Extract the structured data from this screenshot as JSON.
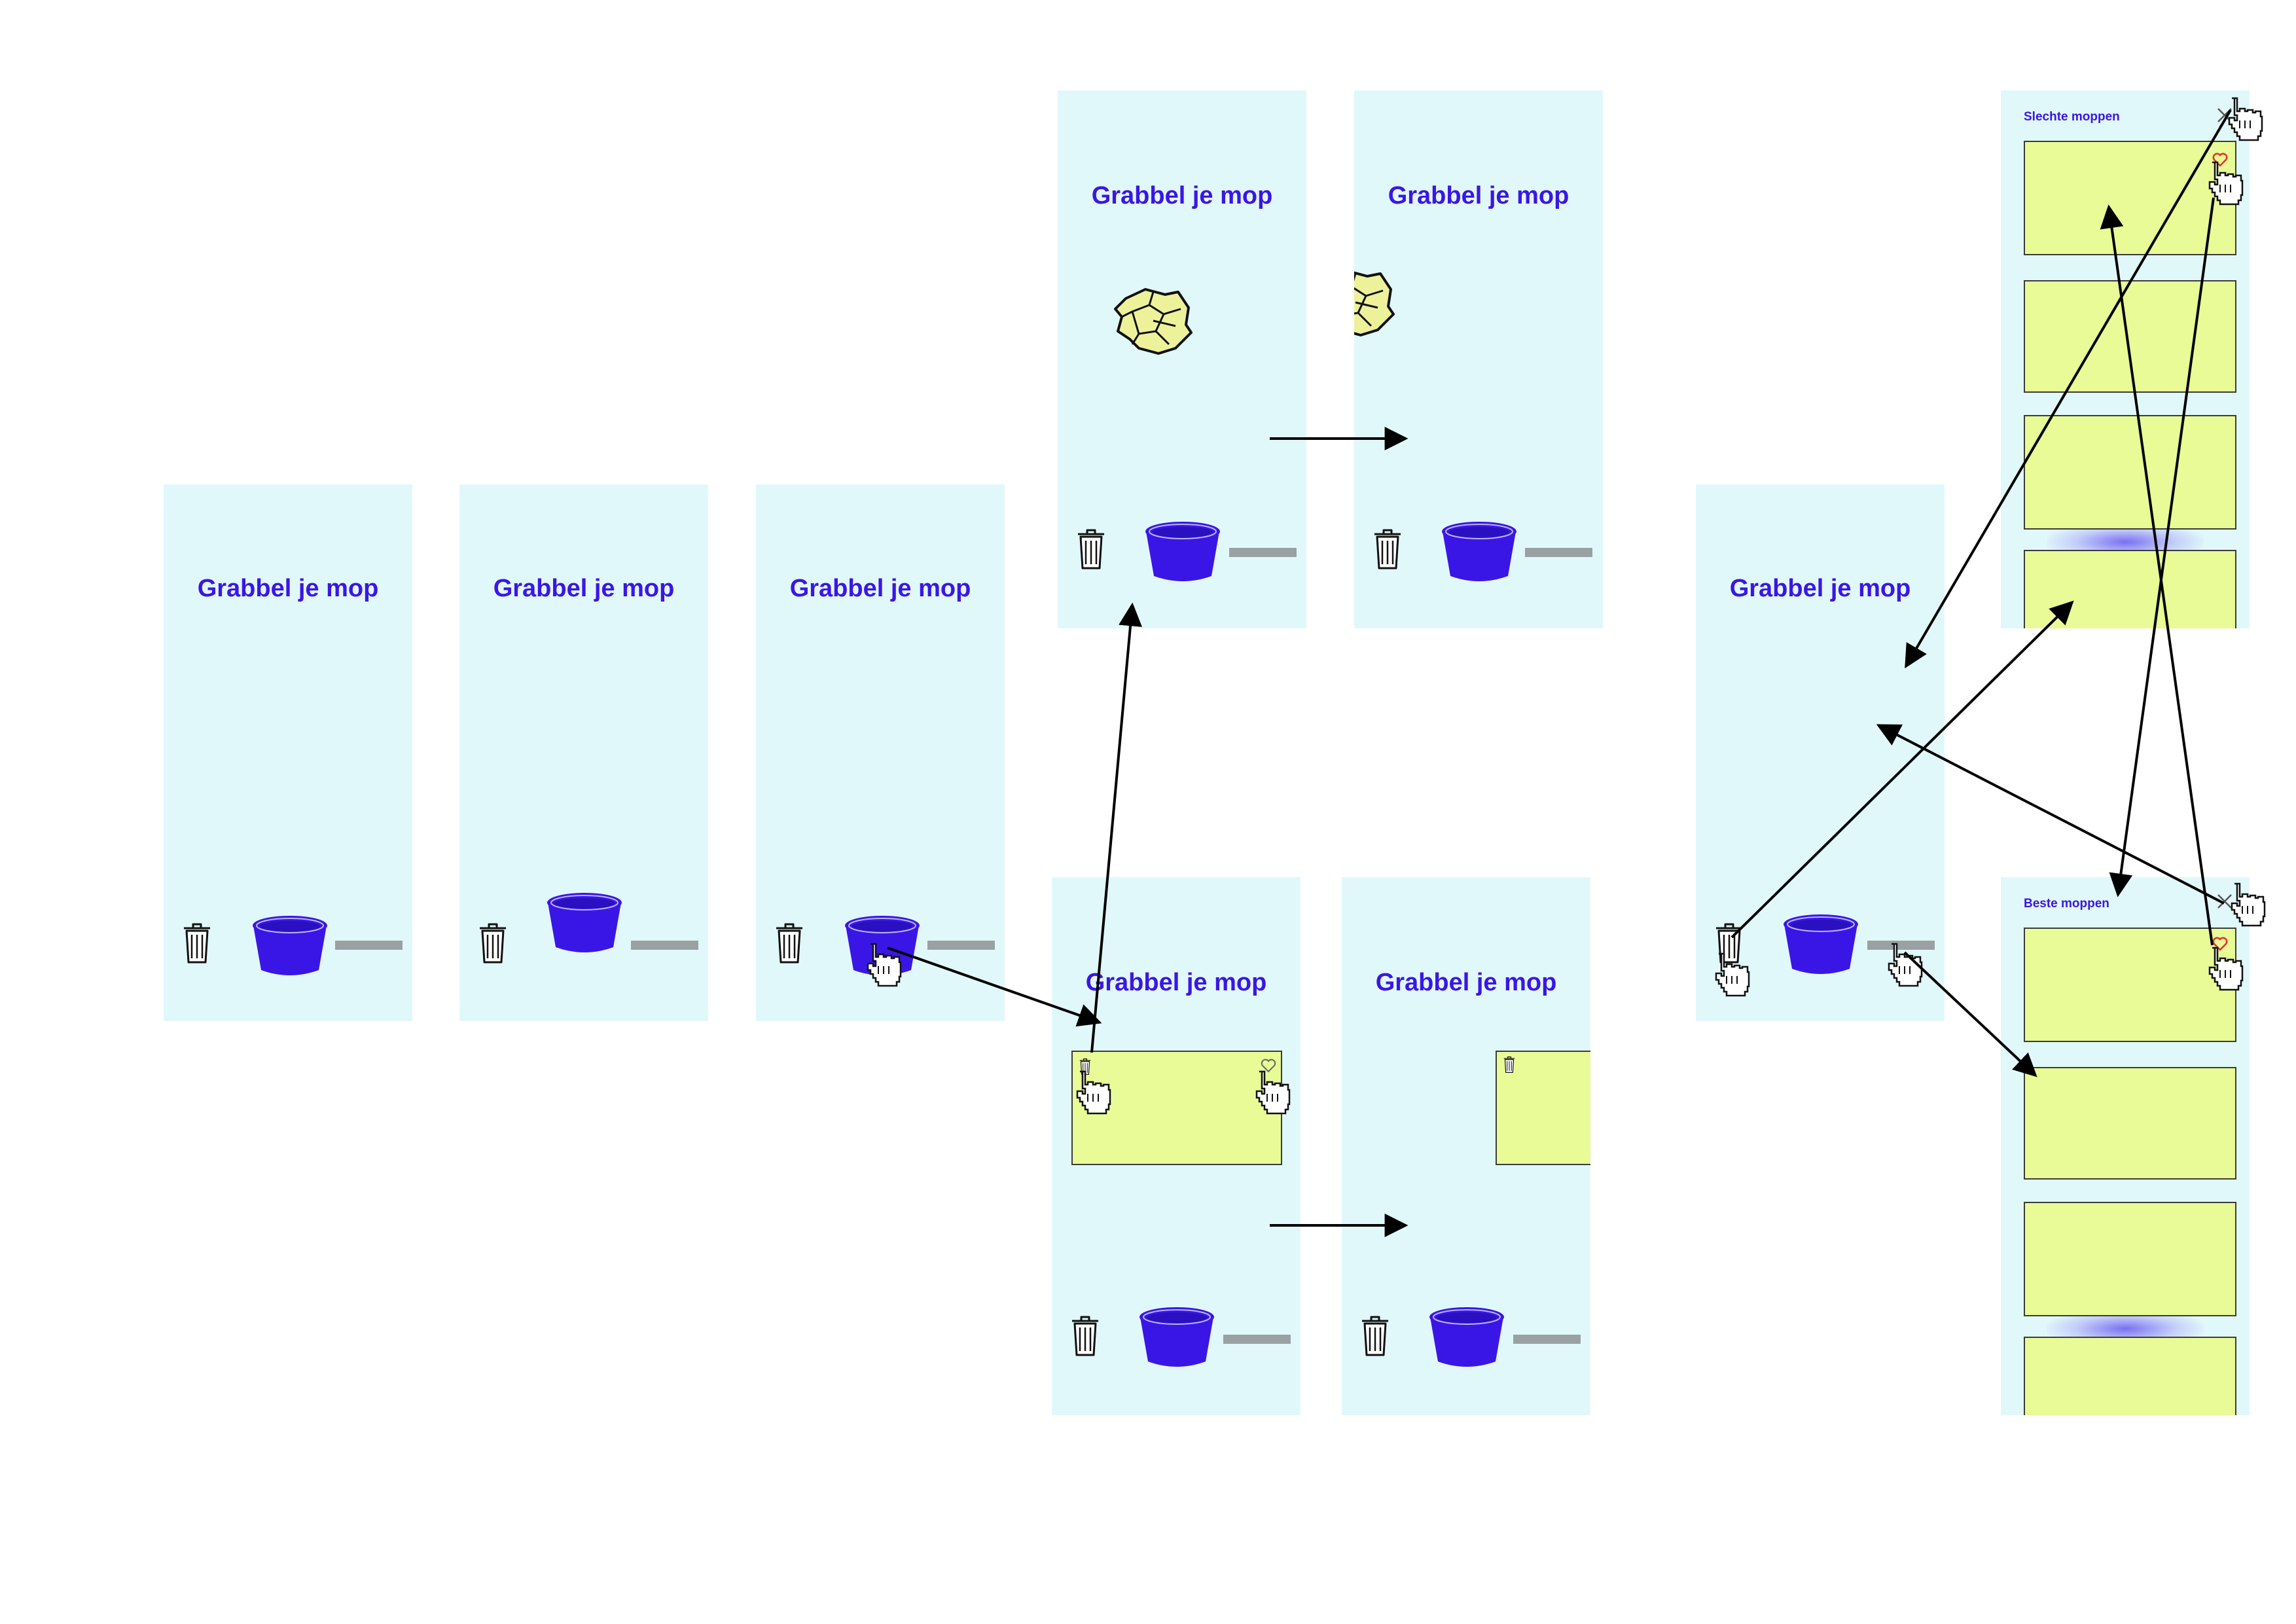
{
  "app": {
    "screen_title": "Grabbel je mop"
  },
  "lists": {
    "bad_title": "Slechte moppen",
    "best_title": "Beste moppen"
  },
  "icons": {
    "trash": "trash-icon",
    "bucket": "bucket-icon",
    "menu_bar": "menu-bar-icon",
    "paper_ball": "crumpled-paper-icon",
    "pointer": "hand-pointer-icon",
    "heart": "heart-icon",
    "close": "close-icon"
  },
  "colors": {
    "screen_bg": "#e1f8fb",
    "accent": "#3a16e6",
    "bucket": "#3a16e6",
    "card": "#e8fb96",
    "menu_bar": "#9aa1a2",
    "heart": "#e0322a"
  }
}
